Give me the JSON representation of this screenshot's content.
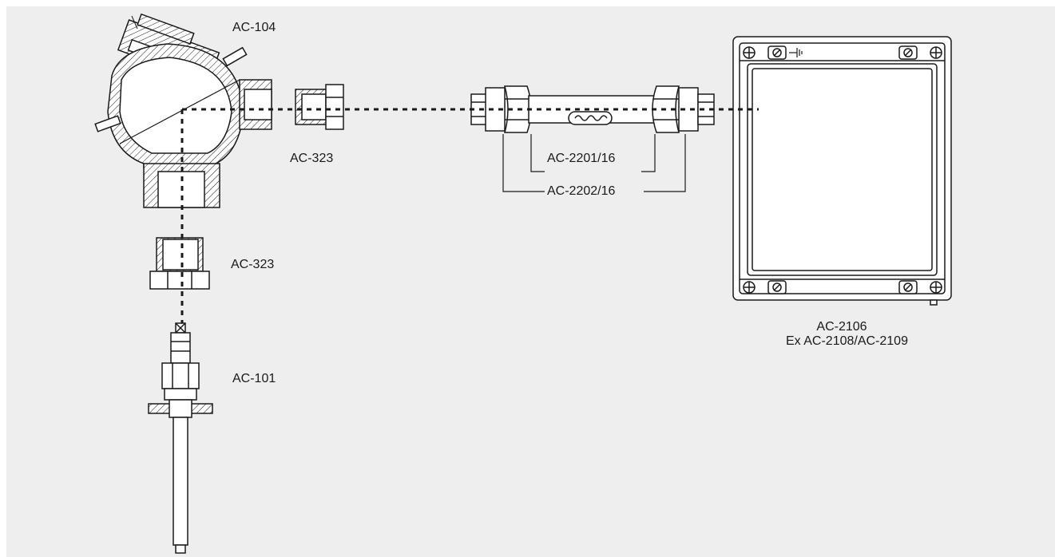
{
  "labels": {
    "junction_head": "AC-104",
    "adapter_right": "AC-323",
    "adapter_bottom": "AC-323",
    "sensor": "AC-101",
    "cable_inner": "AC-2201/16",
    "cable_outer": "AC-2202/16",
    "enclosure_line1": "AC-2106",
    "enclosure_line2": "Ex AC-2108/AC-2109"
  },
  "colors": {
    "background": "#eeeeee",
    "line": "#1a1a1a",
    "fill": "#ffffff"
  }
}
